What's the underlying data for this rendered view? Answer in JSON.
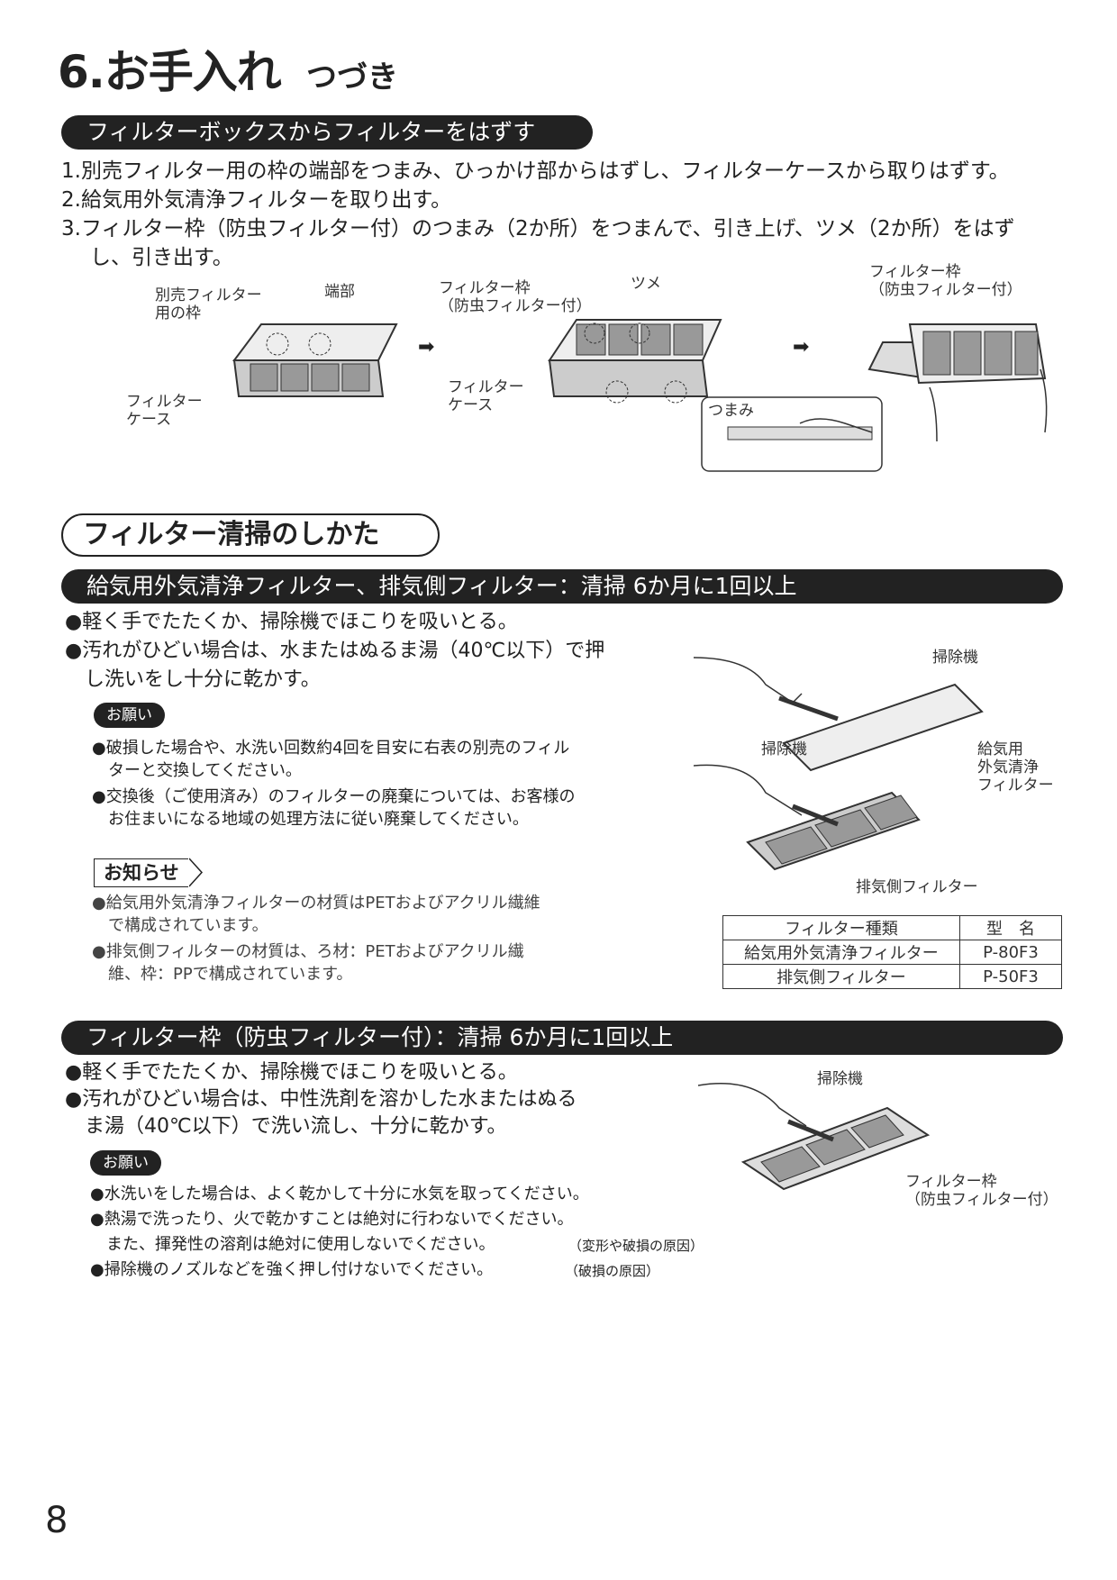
{
  "header": {
    "title": "6.お手入れ",
    "subtitle": "つづき"
  },
  "remove_section": {
    "heading": "フィルターボックスからフィルターをはずす",
    "steps": [
      "1.別売フィルター用の枠の端部をつまみ、ひっかけ部からはずし、フィルターケースから取りはずす。",
      "2.給気用外気清浄フィルターを取り出す。",
      "3.フィルター枠（防虫フィルター付）のつまみ（2か所）をつまんで、引き上げ、ツメ（2か所）をはず",
      "し、引き出す。"
    ],
    "labels": {
      "option_frame_1": "別売フィルター",
      "option_frame_2": "用の枠",
      "edge": "端部",
      "case1_1": "フィルター",
      "case1_2": "ケース",
      "frame_1": "フィルター枠",
      "frame_2": "（防虫フィルター付）",
      "claw": "ツメ",
      "case2_1": "フィルター",
      "case2_2": "ケース",
      "knob": "つまみ",
      "frame3_1": "フィルター枠",
      "frame3_2": "（防虫フィルター付）"
    }
  },
  "cleaning_heading": "フィルター清掃のしかた",
  "section_a": {
    "heading": "給気用外気清浄フィルター、排気側フィルター：清掃 6か月に1回以上",
    "bullets": [
      "●軽く手でたたくか、掃除機でほこりを吸いとる。",
      "●汚れがひどい場合は、水またはぬるま湯（40℃以下）で押",
      "し洗いをし十分に乾かす。"
    ],
    "request_tag": "お願い",
    "requests": [
      "●破損した場合や、水洗い回数約4回を目安に右表の別売のフィル",
      "ターと交換してください。",
      "●交換後（ご使用済み）のフィルターの廃棄については、お客様の",
      "お住まいになる地域の処理方法に従い廃棄してください。"
    ],
    "info_tag": "お知らせ",
    "info": [
      "●給気用外気清浄フィルターの材質はPETおよびアクリル繊維",
      "で構成されています。",
      "●排気側フィルターの材質は、ろ材：PETおよびアクリル繊",
      "維、枠：PPで構成されています。"
    ],
    "labels": {
      "vacuum1": "掃除機",
      "vacuum2": "掃除機",
      "supply_1": "給気用",
      "supply_2": "外気清浄",
      "supply_3": "フィルター",
      "exhaust": "排気側フィルター"
    },
    "table": {
      "headers": [
        "フィルター種類",
        "型　名"
      ],
      "rows": [
        [
          "給気用外気清浄フィルター",
          "P-80F3"
        ],
        [
          "排気側フィルター",
          "P-50F3"
        ]
      ]
    }
  },
  "section_b": {
    "heading": "フィルター枠（防虫フィルター付）：清掃 6か月に1回以上",
    "bullets": [
      "●軽く手でたたくか、掃除機でほこりを吸いとる。",
      "●汚れがひどい場合は、中性洗剤を溶かした水またはぬる",
      "ま湯（40℃以下）で洗い流し、十分に乾かす。"
    ],
    "request_tag": "お願い",
    "requests": [
      "●水洗いをした場合は、よく乾かして十分に水気を取ってください。",
      "●熱湯で洗ったり、火で乾かすことは絶対に行わないでください。",
      "また、揮発性の溶剤は絶対に使用しないでください。",
      "●掃除機のノズルなどを強く押し付けないでください。"
    ],
    "request_notes": [
      "（変形や破損の原因）",
      "（破損の原因）"
    ],
    "labels": {
      "vacuum": "掃除機",
      "frame_1": "フィルター枠",
      "frame_2": "（防虫フィルター付）"
    }
  },
  "page_number": "8"
}
